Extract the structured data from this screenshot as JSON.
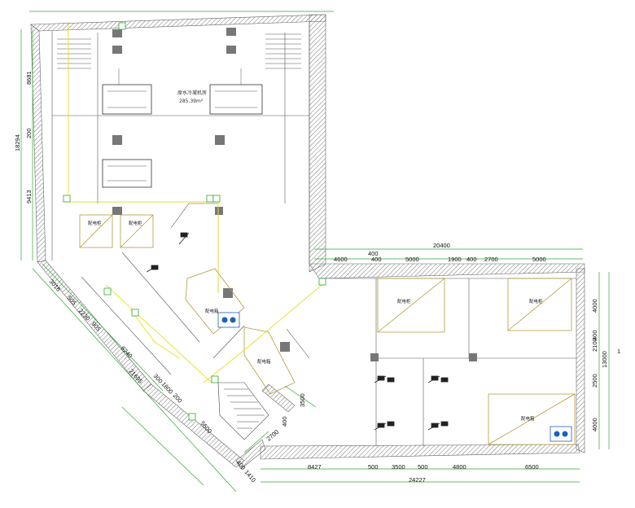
{
  "drawing": {
    "main_room_label": "原水冷凝机房",
    "main_room_area": "285.39m²",
    "cab_label": "配电柜",
    "panel_label": "配电箱",
    "side_marker": "1"
  },
  "dims_top_right": [
    "20400",
    "4600",
    "400",
    "400",
    "5000",
    "1900",
    "400",
    "2700",
    "5000"
  ],
  "dims_bottom_right": [
    "8427",
    "500",
    "3500",
    "500",
    "4800",
    "6500",
    "24227"
  ],
  "dims_right": [
    "4000",
    "400",
    "2100",
    "2500",
    "4000",
    "13000"
  ],
  "dims_left": [
    "8681",
    "200",
    "9413",
    "18294"
  ],
  "dims_diagonal": [
    "3016",
    "505",
    "2230",
    "905",
    "6240",
    "21695",
    "300",
    "1800",
    "200"
  ],
  "dims_stair": [
    "3500",
    "400",
    "2700",
    "5600",
    "400",
    "1410"
  ],
  "colors": {
    "wall": "#8a8a8a",
    "dimension": "#2eaa2e",
    "cable": "#e8e020",
    "equipment": "#888888",
    "hatch": "#666666",
    "sign": "#1f5fbf"
  }
}
